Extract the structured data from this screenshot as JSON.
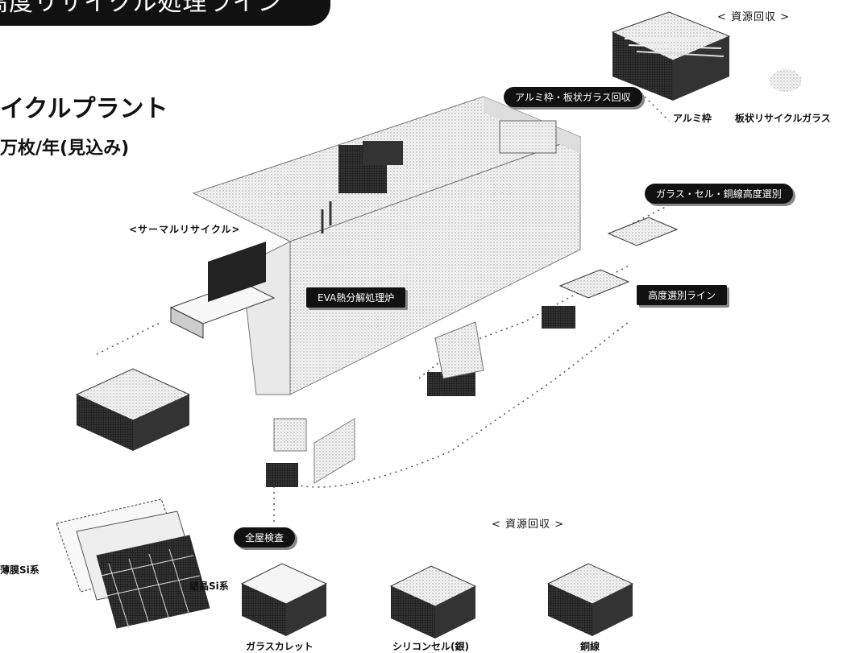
{
  "header": {
    "title": "高度リサイクル処理ライン",
    "plant_name": "イクルプラント",
    "capacity": "万枚/年(見込み)"
  },
  "top_right": {
    "resource_recovery": "< 資源回収 >",
    "aluminum_label": "アルミ枠",
    "glass_label": "板状リサイクルガラス",
    "process_pill": "アルミ枠・板状ガラス回収"
  },
  "process": {
    "thermal_recycle": "<サーマルリサイクル>",
    "eva_furnace": "EVA熱分解処理炉",
    "sorting_pill": "ガラス・セル・銅線高度選別",
    "advanced_line": "高度選別ライン",
    "inspection": "全屋検査"
  },
  "panels": {
    "thin_film": "薄膜Si系",
    "crystalline": "結晶Si系"
  },
  "bottom": {
    "resource_recovery": "< 資源回収 >",
    "outputs": [
      {
        "label": "ガラスカレット"
      },
      {
        "label": "シリコンセル(銀)"
      },
      {
        "label": "銅線"
      }
    ]
  }
}
